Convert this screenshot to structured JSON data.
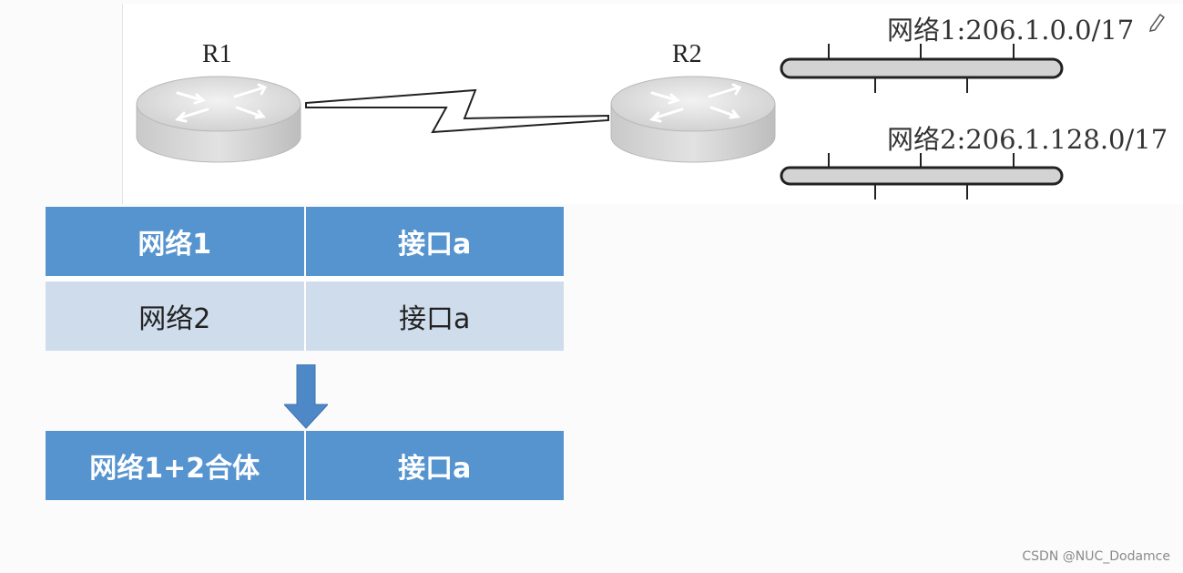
{
  "diagram": {
    "routers": [
      {
        "label": "R1"
      },
      {
        "label": "R2"
      }
    ],
    "networks": [
      {
        "label": "网络1:206.1.0.0/17"
      },
      {
        "label": "网络2:206.1.128.0/17"
      }
    ],
    "edit_icon": "pencil-icon"
  },
  "route_table_before": {
    "rows": [
      {
        "network": "网络1",
        "interface": "接口a",
        "style": "dark"
      },
      {
        "network": "网络2",
        "interface": "接口a",
        "style": "light"
      }
    ]
  },
  "arrow_icon": "down-arrow-icon",
  "route_table_after": {
    "rows": [
      {
        "network": "网络1+2合体",
        "interface": "接口a",
        "style": "dark"
      }
    ]
  },
  "colors": {
    "dark_row": "#5694cf",
    "light_row": "#cfdcec",
    "arrow": "#4f88c6"
  },
  "watermark": "CSDN @NUC_Dodamce"
}
